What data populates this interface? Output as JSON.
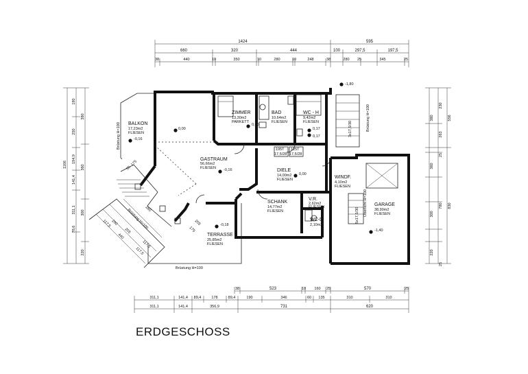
{
  "title": "ERDGESCHOSS",
  "top_dims": {
    "row1": [
      "1424",
      "595"
    ],
    "row2": [
      "660",
      "320",
      "444",
      "100",
      "297,5",
      "197,5"
    ],
    "row3": [
      "38",
      "440",
      "10",
      "350",
      "10",
      "280",
      "10",
      "248",
      "38",
      "280",
      "25",
      "345",
      "25"
    ]
  },
  "bottom_dims": {
    "row1": [
      "38",
      "523",
      "10",
      "160",
      "25",
      "570",
      "25"
    ],
    "row2": [
      "311,1",
      "141,4",
      "89,4",
      "178",
      "89,4",
      "190",
      "346",
      "60",
      "135",
      "310",
      "310"
    ],
    "row3": [
      "311,1",
      "141,4",
      "356,9",
      "731",
      "620"
    ]
  },
  "left_dims": {
    "total": "1166",
    "mid": [
      "190",
      "250",
      "194,9",
      "141,4",
      "311,1",
      "78,6"
    ],
    "inner": [
      "380",
      "360",
      "300",
      "220"
    ]
  },
  "right_dims": {
    "outer": [
      "556",
      "830"
    ],
    "mid": [
      "230",
      "380",
      "263",
      "360",
      "300",
      "780",
      "220"
    ],
    "inner": [
      "25",
      "25"
    ]
  },
  "rooms": [
    {
      "name": "ZIMMER",
      "area": "13,30m2",
      "floor": "PARKETT"
    },
    {
      "name": "BAD",
      "area": "10,64m2",
      "floor": "FLIESEN"
    },
    {
      "name": "WC - H",
      "area": "9,42m2",
      "floor": "FLIESEN"
    },
    {
      "name": "BALKON",
      "area": "17,23m2",
      "floor": "FLIESEN"
    },
    {
      "name": "GASTRAUM",
      "area": "56,66m2",
      "floor": "FLIESEN"
    },
    {
      "name": "DIELE",
      "area": "14,00m2",
      "floor": "FLIESEN"
    },
    {
      "name": "WINDF.",
      "area": "4,10m2",
      "floor": "FLIESEN"
    },
    {
      "name": "SCHANK",
      "area": "14,77m2",
      "floor": "FLIESEN"
    },
    {
      "name": "V.R.",
      "area": "2,62m2",
      "floor": "FLIESEN"
    },
    {
      "name": "WC-D",
      "area": "2,10m2",
      "floor": ""
    },
    {
      "name": "GARAGE",
      "area": "38,90m2",
      "floor": "FLIESEN"
    },
    {
      "name": "TERRASSE",
      "area": "25,85m2",
      "floor": "FLIESEN"
    }
  ],
  "levels": [
    "0,00",
    "-0,16",
    "-0,16",
    "0,00",
    "0,00",
    "-0,18",
    "-1,40",
    "-1,80",
    "0,17",
    "0,17"
  ],
  "notes": {
    "bruestung_bottom": "Brüstung H=100",
    "bruestung_left": "Brüstung H=100",
    "bruestung_right": "Brüstung H=100",
    "bruestung_stair": "Brüstung H=100",
    "stair_right": "3x17,5/30",
    "stair_garage": "5x17,5/30",
    "door_a": "195T",
    "door_b": "17,5/28",
    "door_c": "125T",
    "door_d": "17,5/28",
    "garage_window": "Oberlicht H=100"
  },
  "stair_dims": [
    "117,5",
    "290",
    "117,5",
    "440",
    "205",
    "117,5",
    "280",
    "55",
    "175",
    "175",
    "205"
  ]
}
